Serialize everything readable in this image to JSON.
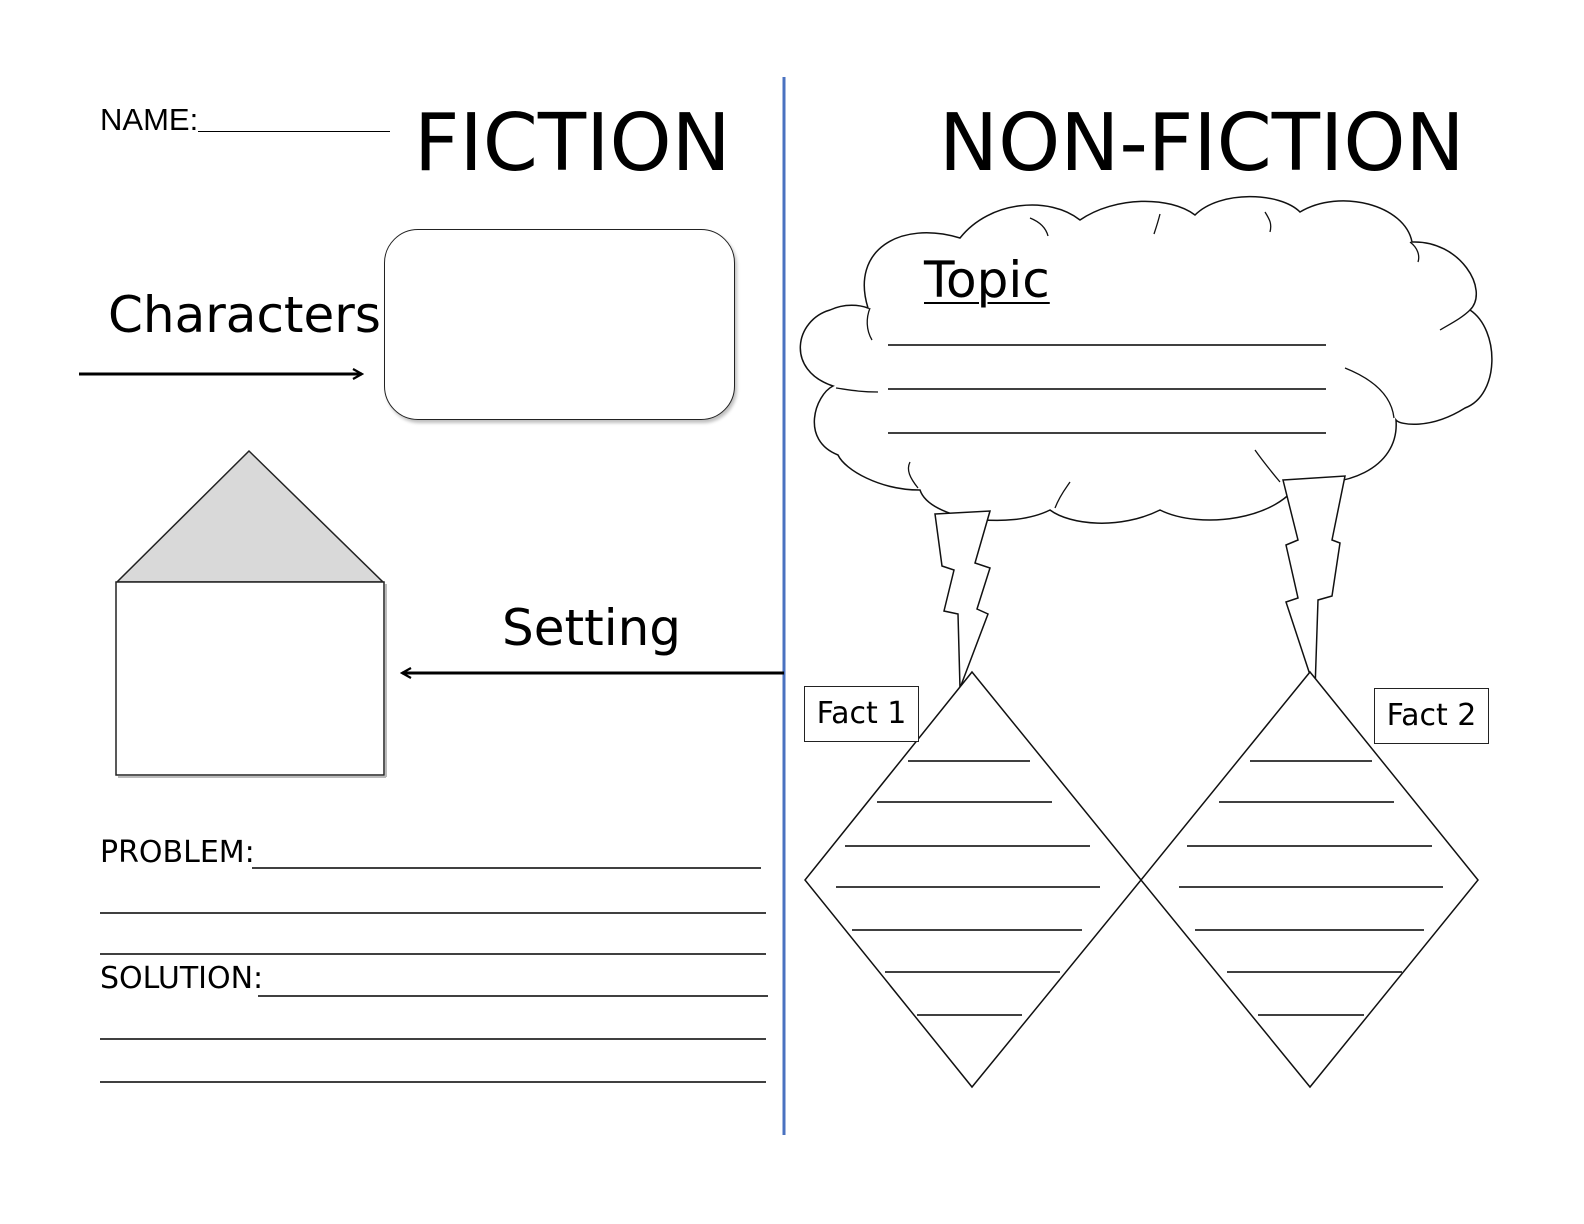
{
  "header": {
    "name_label": "NAME:",
    "fiction_title": "FICTION",
    "nonfiction_title": "NON-FICTION"
  },
  "fiction": {
    "characters_label": "Characters",
    "setting_label": "Setting",
    "problem_label": "PROBLEM:",
    "solution_label": "SOLUTION:"
  },
  "nonfiction": {
    "topic_label": "Topic",
    "fact1_label": "Fact 1",
    "fact2_label": "Fact 2"
  },
  "colors": {
    "divider": "#4a72c0",
    "roof_fill": "#d9d9d9",
    "ink": "#000000"
  },
  "icons": [
    "house-icon",
    "cloud-icon",
    "lightning-bolt-icon",
    "diamond-icon",
    "arrow-right-icon",
    "arrow-left-icon"
  ]
}
